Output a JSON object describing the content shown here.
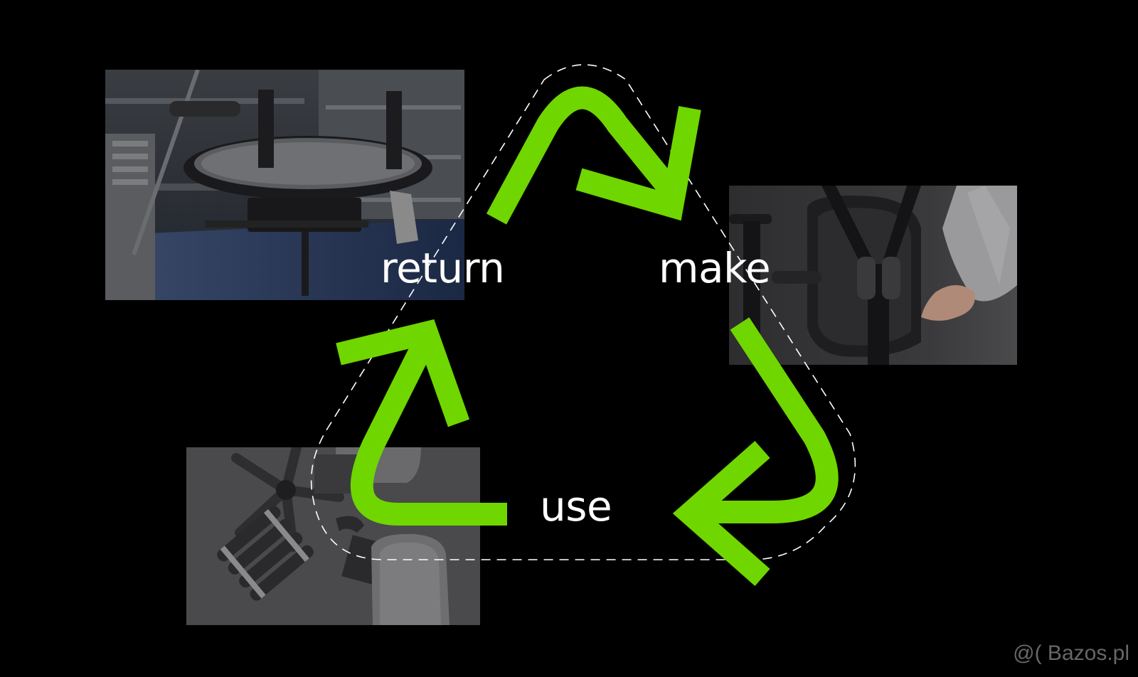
{
  "labels": {
    "return": "return",
    "make": "make",
    "use": "use"
  },
  "watermark": "@( Bazos.pl",
  "colors": {
    "background": "#000000",
    "arrow": "#6fd600",
    "dashed_guide": "#ffffff",
    "label": "#ffffff"
  },
  "icons": {
    "cycle": "recycle-arrows-icon"
  },
  "photos": [
    {
      "stage": "return",
      "subject": "chair-seat-frame-in-workshop"
    },
    {
      "stage": "make",
      "subject": "hands-assembling-chair-back"
    },
    {
      "stage": "use",
      "subject": "disassembled-chair-parts-flatlay"
    }
  ]
}
